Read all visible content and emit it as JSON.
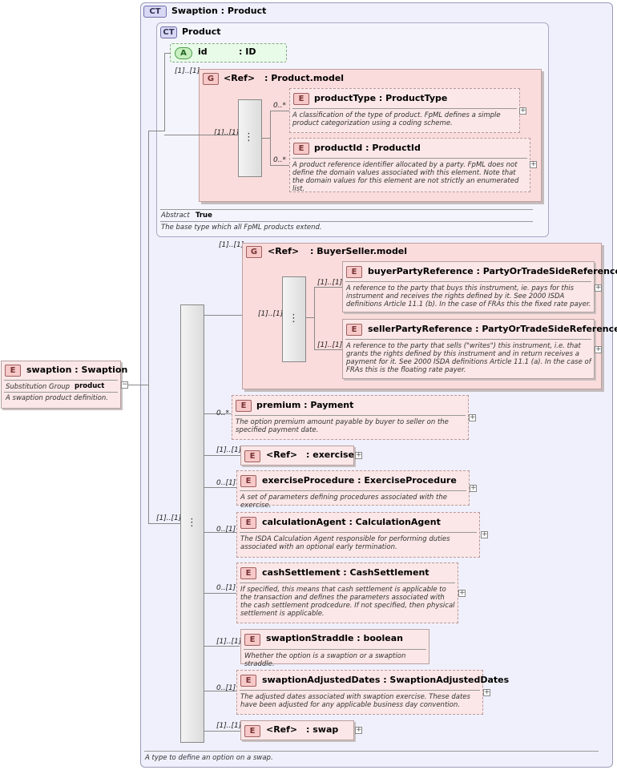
{
  "root_ct": {
    "badge": "CT",
    "title": "Swaption : Product",
    "description": "A type to define an option on a swap."
  },
  "product_ct": {
    "badge": "CT",
    "title": "Product",
    "abstract_label": "Abstract",
    "abstract_value": "True",
    "description": "The base type which all FpML products extend."
  },
  "attr_id": {
    "badge": "A",
    "name": "id",
    "type": ": ID"
  },
  "product_model": {
    "badge": "G",
    "ref": "<Ref>",
    "name": ": Product.model",
    "mult": "[1]..[1]",
    "seq_mult": "[1]..[1]"
  },
  "productType": {
    "badge": "E",
    "title": "productType : ProductType",
    "mult": "0..*",
    "description": "A classification of the type of product. FpML defines a simple product categorization using a coding scheme."
  },
  "productId": {
    "badge": "E",
    "title": "productId : ProductId",
    "mult": "0..*",
    "description": "A product reference identifier allocated by a party. FpML does not define the domain values associated with this element. Note that the domain values for this element are not strictly an enumerated list."
  },
  "buyerseller_model": {
    "badge": "G",
    "ref": "<Ref>",
    "name": ": BuyerSeller.model",
    "mult": "[1]..[1]",
    "seq_mult": "[1]..[1]"
  },
  "buyerPartyReference": {
    "badge": "E",
    "title": "buyerPartyReference : PartyOrTradeSideReference",
    "mult": "[1]..[1]",
    "description": "A reference to the party that buys this instrument, ie. pays for this instrument and receives the rights defined by it. See 2000 ISDA definitions Article 11.1 (b). In the case of FRAs this the fixed rate payer."
  },
  "sellerPartyReference": {
    "badge": "E",
    "title": "sellerPartyReference : PartyOrTradeSideReference",
    "mult": "[1]..[1]",
    "description": "A reference to the party that sells (\"writes\") this instrument, i.e. that grants the rights defined by this instrument and in return receives a payment for it. See 2000 ISDA definitions Article 11.1 (a). In the case of FRAs this is the floating rate payer."
  },
  "swaption": {
    "badge": "E",
    "title": "swaption : Swaption",
    "subst_label": "Substitution Group",
    "subst_value": "product",
    "description": "A swaption product definition."
  },
  "main_seq_mult": "[1]..[1]",
  "premium": {
    "badge": "E",
    "title": "premium : Payment",
    "mult": "0..*",
    "description": "The option premium amount payable by buyer to seller on the specified payment date."
  },
  "exercise": {
    "badge": "E",
    "ref": "<Ref>",
    "name": ": exercise",
    "mult": "[1]..[1]"
  },
  "exerciseProcedure": {
    "badge": "E",
    "title": "exerciseProcedure : ExerciseProcedure",
    "mult": "0..[1]",
    "description": "A set of parameters defining procedures associated with the exercise."
  },
  "calculationAgent": {
    "badge": "E",
    "title": "calculationAgent : CalculationAgent",
    "mult": "0..[1]",
    "description": "The ISDA Calculation Agent responsible for performing duties associated with an optional early termination."
  },
  "cashSettlement": {
    "badge": "E",
    "title": "cashSettlement : CashSettlement",
    "mult": "0..[1]",
    "description": "If specified, this means that cash settlement is applicable to the transaction and defines the parameters associated with the cash settlement prodcedure. If not specified, then physical settlement is applicable."
  },
  "swaptionStraddle": {
    "badge": "E",
    "title": "swaptionStraddle : boolean",
    "mult": "[1]..[1]",
    "description": "Whether the option is a swaption or a swaption straddle."
  },
  "swaptionAdjustedDates": {
    "badge": "E",
    "title": "swaptionAdjustedDates : SwaptionAdjustedDates",
    "mult": "0..[1]",
    "description": "The adjusted dates associated with swaption exercise. These dates have been adjusted for any applicable business day convention."
  },
  "swap": {
    "badge": "E",
    "ref": "<Ref>",
    "name": ": swap",
    "mult": "[1]..[1]"
  },
  "icons": {
    "expand": "+",
    "collapse": "−",
    "sequence": "sequence-icon"
  }
}
